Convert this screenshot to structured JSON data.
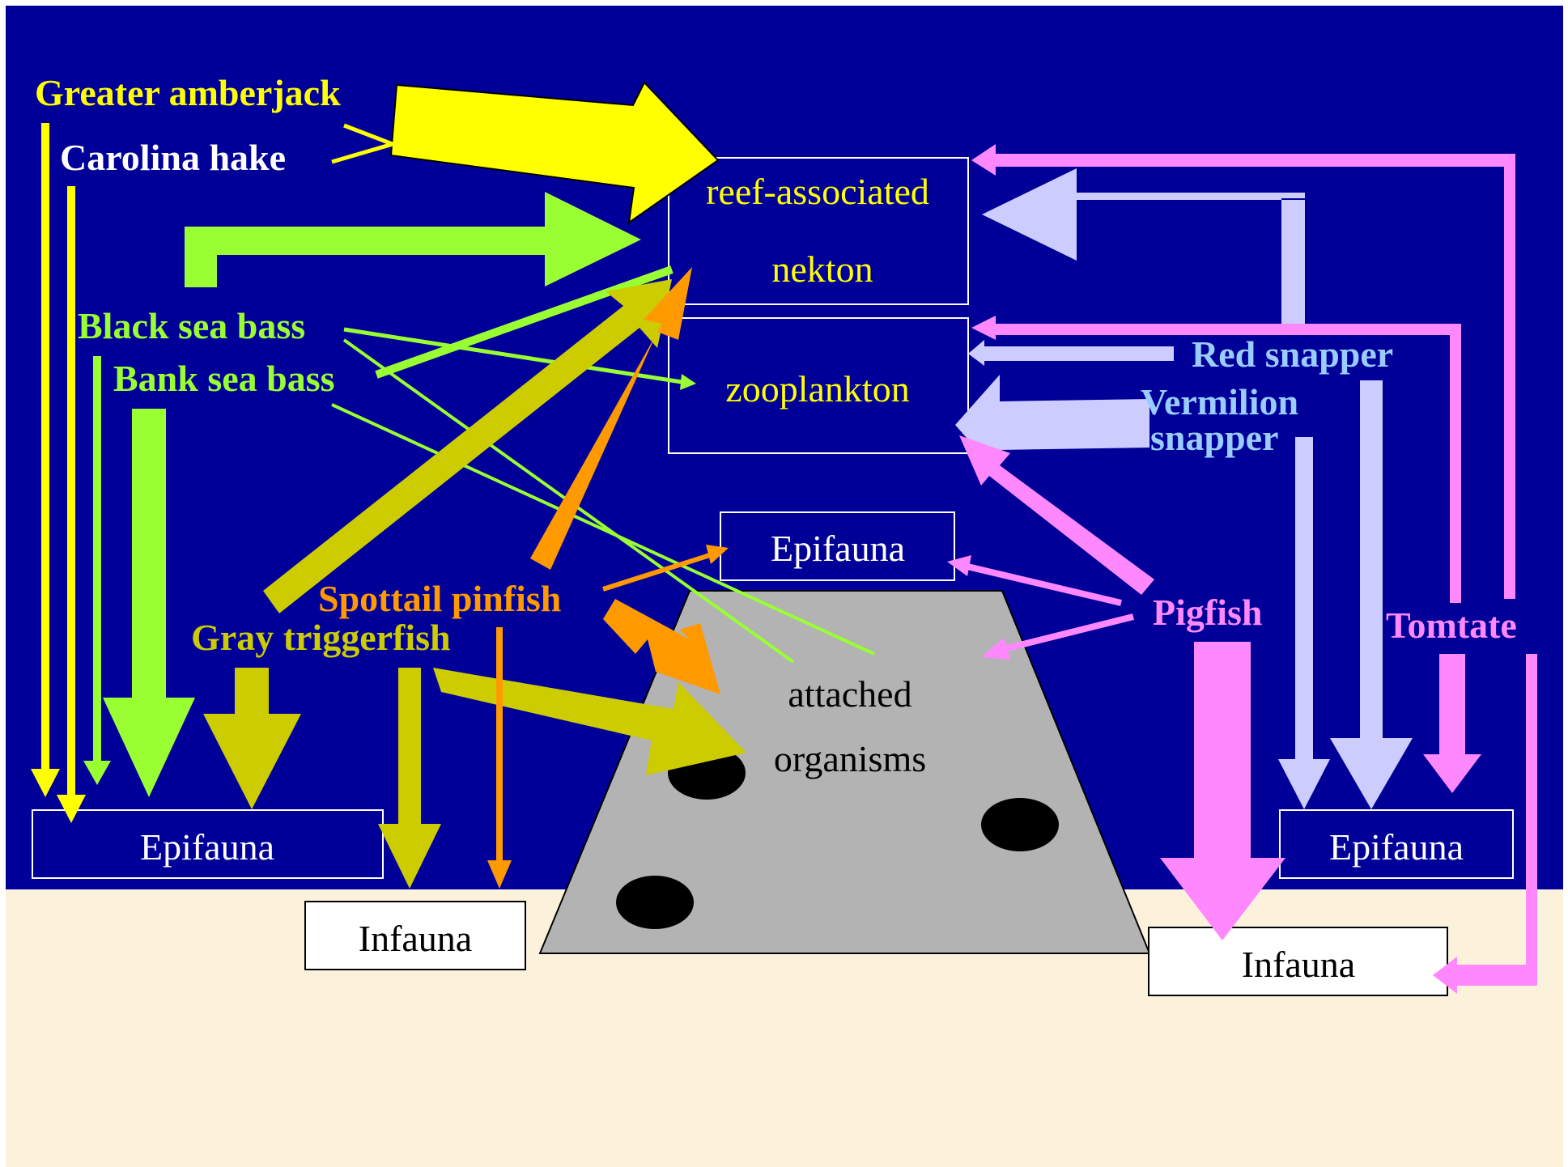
{
  "colors": {
    "water": "#000099",
    "sand": "#fcf2dc",
    "reef": "#b3b3b3",
    "yellow": "#ffff00",
    "white": "#ffffff",
    "lime": "#99ff33",
    "olive": "#cccc00",
    "orange": "#ff9900",
    "pink": "#ff88ff",
    "lavender": "#ccccff",
    "lightblue": "#99ccff"
  },
  "species": {
    "greater_amberjack": "Greater amberjack",
    "carolina_hake": "Carolina hake",
    "black_sea_bass": "Black sea bass",
    "bank_sea_bass": "Bank sea bass",
    "spottail_pinfish": "Spottail pinfish",
    "gray_triggerfish": "Gray triggerfish",
    "red_snapper": "Red snapper",
    "vermilion_snapper_line1": "Vermilion",
    "vermilion_snapper_line2": "snapper",
    "pigfish": "Pigfish",
    "tomtate": "Tomtate"
  },
  "prey": {
    "nekton_line1": "reef-associated",
    "nekton_line2": "nekton",
    "zooplankton": "zooplankton",
    "epifauna_center": "Epifauna",
    "attached_line1": "attached",
    "attached_line2": "organisms",
    "epifauna_left": "Epifauna",
    "infauna_left": "Infauna",
    "epifauna_right": "Epifauna",
    "infauna_right": "Infauna"
  }
}
